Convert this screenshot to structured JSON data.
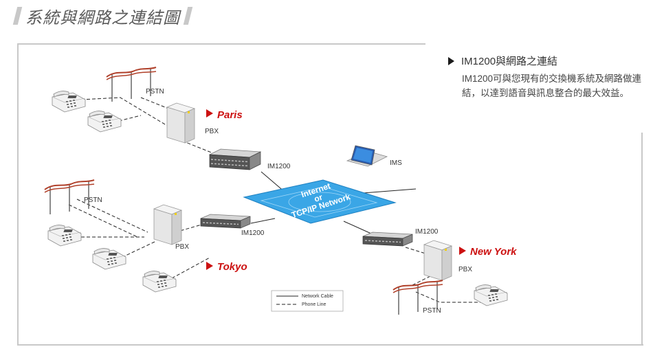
{
  "page_title": "系統與網路之連結圖",
  "info": {
    "heading": "IM1200與網路之連結",
    "body": "IM1200可與您現有的交換機系統及網路做連結，以達到語音與訊息整合的最大效益。"
  },
  "diagram": {
    "network_cloud": [
      "Internet",
      "or",
      "TCP/IP Network"
    ],
    "cities": {
      "paris": "Paris",
      "tokyo": "Tokyo",
      "newyork": "New York"
    },
    "labels": {
      "pstn_paris": "PSTN",
      "pstn_tokyo": "PSTN",
      "pstn_newyork": "PSTN",
      "pbx_paris": "PBX",
      "pbx_tokyo": "PBX",
      "pbx_newyork": "PBX",
      "im1200_paris": "IM1200",
      "im1200_tokyo": "IM1200",
      "im1200_newyork": "IM1200",
      "ims": "IMS"
    },
    "legend": {
      "network_cable": "Network Cable",
      "phone_line": "Phone Line"
    },
    "colors": {
      "city_accent": "#cc1111",
      "cloud": "#3aa6e6",
      "pole_wire": "#b0402a"
    }
  }
}
